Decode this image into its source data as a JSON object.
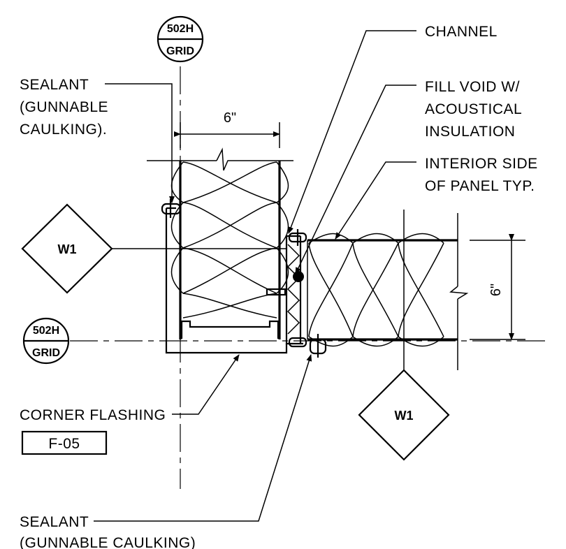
{
  "grid_bubbles": {
    "top": {
      "number": "502H",
      "label": "GRID"
    },
    "left": {
      "number": "502H",
      "label": "GRID"
    }
  },
  "wall_tags": {
    "left": "W1",
    "bottom": "W1"
  },
  "dimensions": {
    "top_width": "6\"",
    "right_height": "6\""
  },
  "callouts": {
    "sealant_top": [
      "SEALANT",
      "(GUNNABLE",
      "CAULKING)."
    ],
    "channel": "CHANNEL",
    "fill_void": [
      "FILL VOID W/",
      "ACOUSTICAL",
      "INSULATION"
    ],
    "interior_side": [
      "INTERIOR SIDE",
      "OF PANEL TYP."
    ],
    "corner_flashing": "CORNER FLASHING",
    "flashing_tag": "F-05",
    "sealant_bottom": [
      "SEALANT",
      "(GUNNABLE CAULKING)"
    ]
  }
}
